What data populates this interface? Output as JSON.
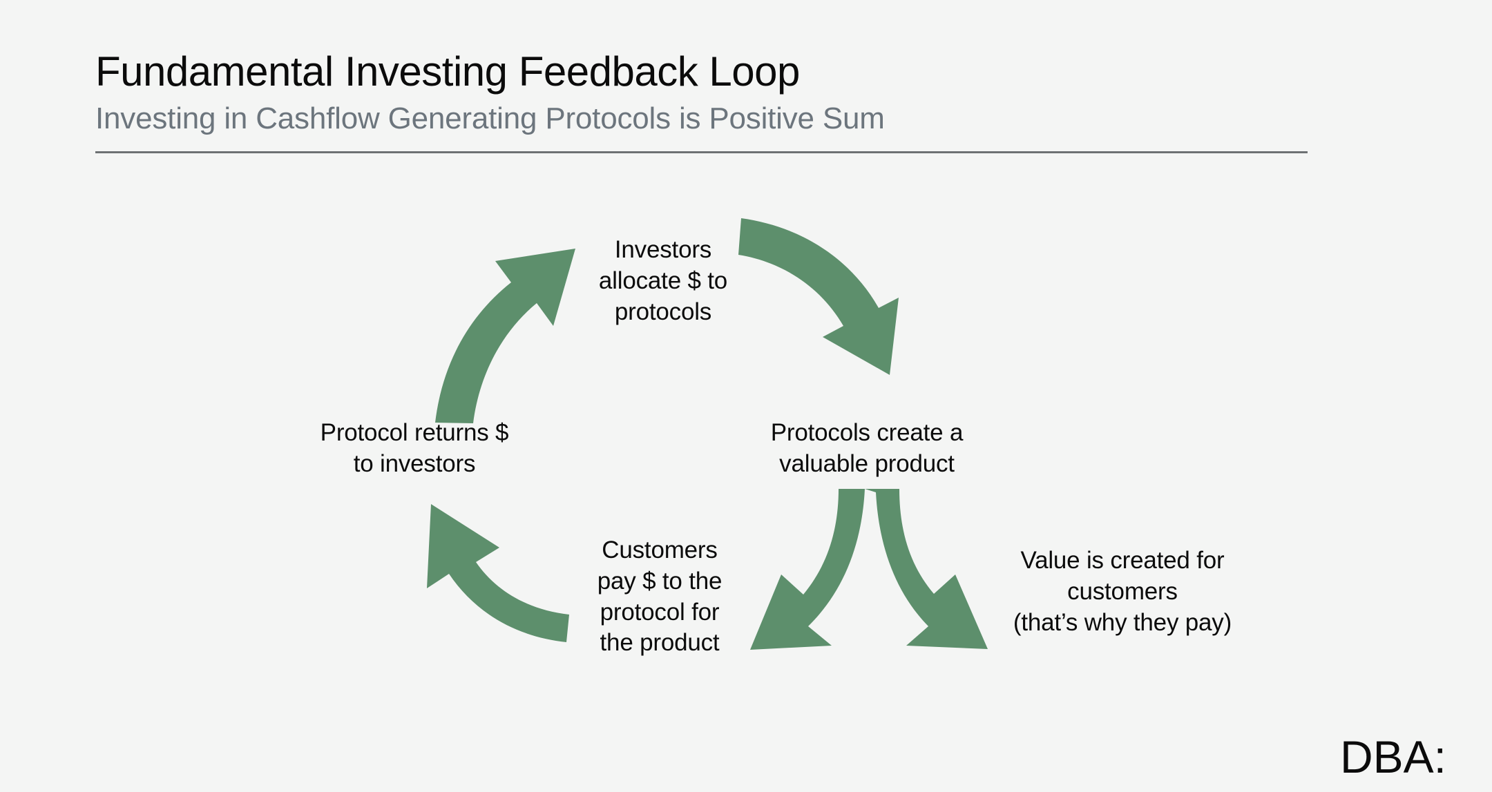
{
  "header": {
    "title": "Fundamental Investing Feedback Loop",
    "subtitle": "Investing in Cashflow Generating Protocols is Positive Sum"
  },
  "brand": {
    "label": "DBA:"
  },
  "theme": {
    "background": "#f4f5f4",
    "arrow_green": "#5d8f6c",
    "title_color": "#0b0b0b",
    "subtitle_color": "#6c757d",
    "rule_color": "#6d7173"
  },
  "diagram": {
    "type": "cycle-feedback-loop",
    "nodes": [
      {
        "id": "investors",
        "label": "Investors\nallocate $ to\nprotocols",
        "position": "top-center"
      },
      {
        "id": "protocols-product",
        "label": "Protocols create a\nvaluable product",
        "position": "right"
      },
      {
        "id": "value-customers",
        "label": "Value is created for\ncustomers\n(that’s why they pay)",
        "position": "bottom-right"
      },
      {
        "id": "customers-pay",
        "label": "Customers\npay $ to the\nprotocol for\nthe product",
        "position": "bottom-center"
      },
      {
        "id": "protocol-returns",
        "label": "Protocol returns $\nto investors",
        "position": "left"
      }
    ],
    "arrows": [
      {
        "id": "investors-to-protocols",
        "from": "investors",
        "to": "protocols-product",
        "shape": "curve-clockwise"
      },
      {
        "id": "protocols-fork",
        "from": "protocols-product",
        "to": "value-customers",
        "to2": "customers-pay",
        "shape": "forked-split"
      },
      {
        "id": "customers-to-protocol-returns",
        "from": "customers-pay",
        "to": "protocol-returns",
        "shape": "curve-clockwise"
      },
      {
        "id": "returns-to-investors",
        "from": "protocol-returns",
        "to": "investors",
        "shape": "curve-clockwise"
      }
    ]
  }
}
